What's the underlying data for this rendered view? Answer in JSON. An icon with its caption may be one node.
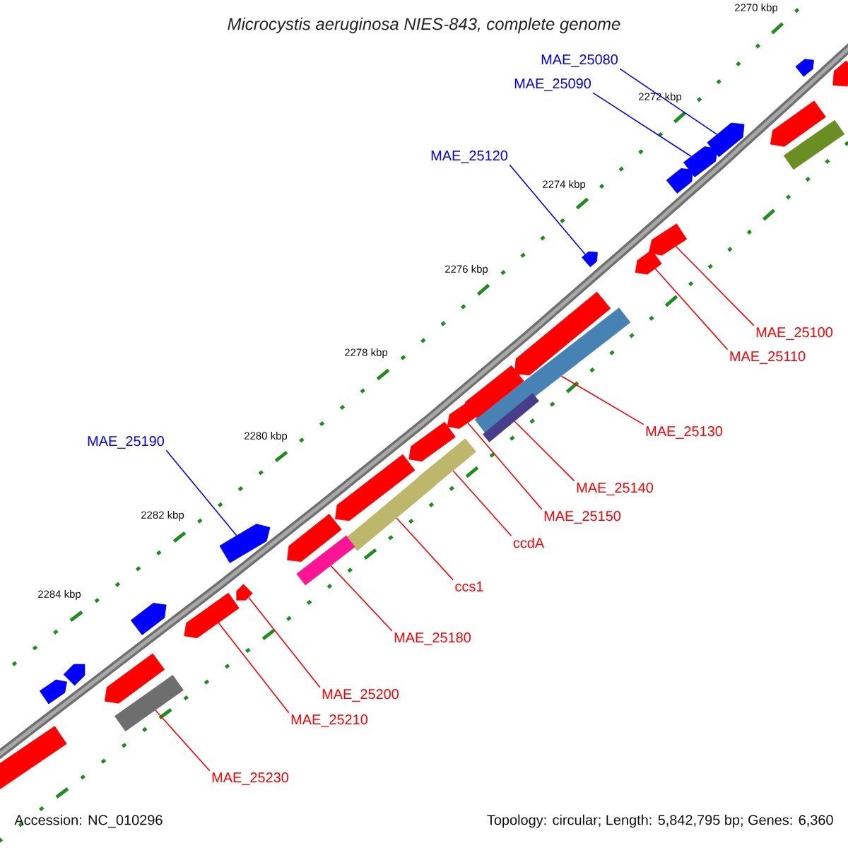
{
  "diagram": {
    "title": "Microcystis aeruginosa NIES-843, complete genome",
    "nodes": [
      {
        "text": [
          "MAE_25080"
        ]
      },
      {
        "text": [
          "MAE_25090"
        ]
      },
      {
        "text": [
          "MAE_25120"
        ]
      },
      {
        "text": [
          "MAE_25100"
        ]
      },
      {
        "text": [
          "MAE_25110"
        ]
      },
      {
        "text": [
          "MAE_25130"
        ]
      },
      {
        "text": [
          "MAE_25190"
        ]
      },
      {
        "text": [
          "MAE_25140"
        ]
      },
      {
        "text": [
          "MAE_25150"
        ]
      },
      {
        "text": [
          "ccdA"
        ]
      },
      {
        "text": [
          "ccs1"
        ]
      },
      {
        "text": [
          "MAE_25180"
        ]
      },
      {
        "text": [
          "MAE_25200"
        ]
      },
      {
        "text": [
          "MAE_25210"
        ]
      },
      {
        "text": [
          "MAE_25230"
        ]
      },
      {
        "text": [],
        "shape": "arrow"
      },
      {
        "text": [],
        "shape": "arrow"
      },
      {
        "text": [],
        "shape": "arrow"
      },
      {
        "text": [],
        "shape": "arrow"
      },
      {
        "text": [],
        "shape": "arrow"
      },
      {
        "text": [],
        "shape": "bar"
      },
      {
        "text": [],
        "shape": "arrow"
      },
      {
        "text": [],
        "shape": "arrow"
      },
      {
        "text": [],
        "shape": "arrow"
      },
      {
        "text": [],
        "shape": "arrow"
      },
      {
        "text": [],
        "shape": "arrow"
      },
      {
        "text": [],
        "shape": "bar"
      },
      {
        "text": [],
        "shape": "arrow"
      },
      {
        "text": [],
        "shape": "bar"
      },
      {
        "text": [],
        "shape": "arrow"
      },
      {
        "text": [],
        "shape": "arrow"
      },
      {
        "text": [],
        "shape": "bar"
      },
      {
        "text": [],
        "shape": "arrow"
      },
      {
        "text": [],
        "shape": "bar"
      },
      {
        "text": [],
        "shape": "arrow"
      },
      {
        "text": [],
        "shape": "arrow"
      },
      {
        "text": [],
        "shape": "bar"
      },
      {
        "text": [],
        "shape": "arrow"
      },
      {
        "text": [],
        "shape": "arrow"
      },
      {
        "text": [],
        "shape": "arrow"
      },
      {
        "text": [],
        "shape": "arrow"
      },
      {
        "text": [],
        "shape": "bar"
      },
      {
        "text": [],
        "shape": "arrow"
      },
      {
        "text": [],
        "shape": "arrow"
      },
      {
        "text": [],
        "shape": "arrow"
      }
    ],
    "edges": [
      {
        "from": 0,
        "to": 17,
        "arrow": "none",
        "color": "#0000ff"
      },
      {
        "from": 1,
        "to": 19,
        "arrow": "none",
        "color": "#0000ff"
      },
      {
        "from": 2,
        "to": 24,
        "arrow": "none",
        "color": "#0000ff"
      },
      {
        "from": 3,
        "to": 22,
        "arrow": "none"
      },
      {
        "from": 4,
        "to": 23,
        "arrow": "none"
      },
      {
        "from": 5,
        "to": 26,
        "arrow": "none"
      },
      {
        "from": 6,
        "to": 35,
        "arrow": "none",
        "color": "#0000ff"
      },
      {
        "from": 7,
        "to": 28,
        "arrow": "none"
      },
      {
        "from": 8,
        "to": 29,
        "arrow": "none"
      },
      {
        "from": 9,
        "to": 31,
        "arrow": "none"
      },
      {
        "from": 10,
        "to": 33,
        "arrow": "none"
      },
      {
        "from": 11,
        "to": 36,
        "arrow": "none"
      },
      {
        "from": 12,
        "to": 37,
        "arrow": "none"
      },
      {
        "from": 13,
        "to": 38,
        "arrow": "none"
      },
      {
        "from": 14,
        "to": 41,
        "arrow": "none"
      }
    ],
    "labels": [
      "2270 kbp",
      "2272 kbp",
      "2274 kbp",
      "2276 kbp",
      "2278 kbp",
      "2280 kbp",
      "2282 kbp",
      "2284 kbp",
      "Accession: NC_010296",
      "Topology: circular; Length: 5,842,795 bp; Genes: 6,360"
    ]
  }
}
